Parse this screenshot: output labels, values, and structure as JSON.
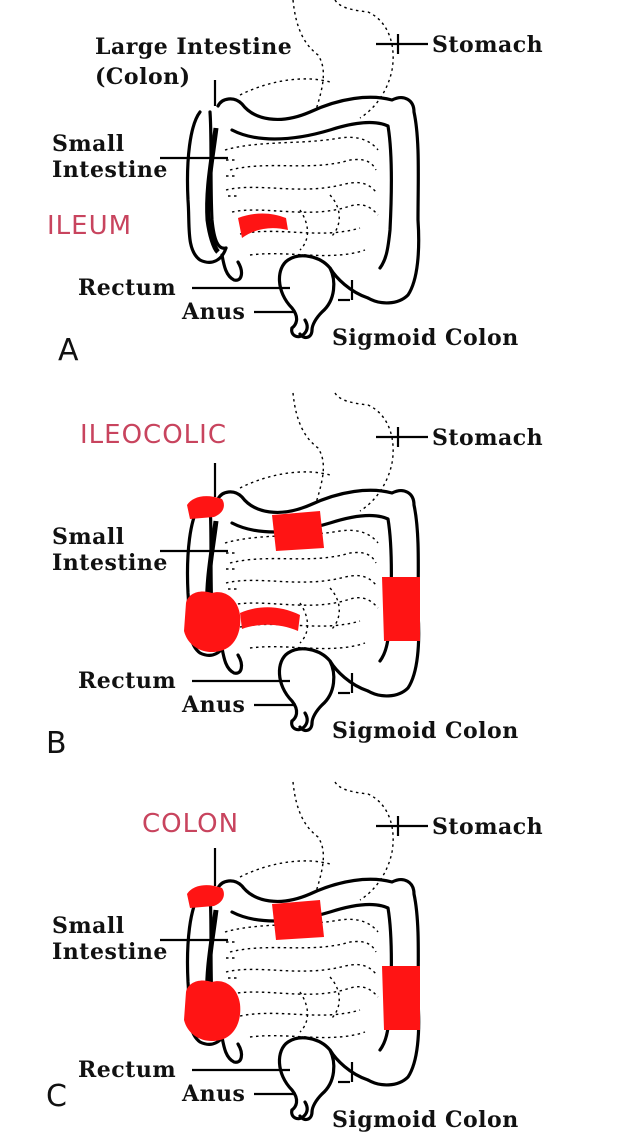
{
  "colors": {
    "highlight": "#ff1414",
    "region_text": "#c8445e",
    "ink": "#111111"
  },
  "panels": [
    {
      "letter": "A",
      "region": "ILEUM",
      "labels": {
        "large_intestine_line1": "Large Intestine",
        "large_intestine_line2": "(Colon)",
        "stomach": "Stomach",
        "small_intestine_line1": "Small",
        "small_intestine_line2": "Intestine",
        "rectum": "Rectum",
        "anus": "Anus",
        "sigmoid_colon": "Sigmoid Colon"
      },
      "highlights": [
        "ileum"
      ]
    },
    {
      "letter": "B",
      "region": "ILEOCOLIC",
      "labels": {
        "stomach": "Stomach",
        "small_intestine_line1": "Small",
        "small_intestine_line2": "Intestine",
        "rectum": "Rectum",
        "anus": "Anus",
        "sigmoid_colon": "Sigmoid Colon"
      },
      "highlights": [
        "cecum-top",
        "cecum",
        "transverse",
        "descending",
        "ileum"
      ]
    },
    {
      "letter": "C",
      "region": "COLON",
      "labels": {
        "stomach": "Stomach",
        "small_intestine_line1": "Small",
        "small_intestine_line2": "Intestine",
        "rectum": "Rectum",
        "anus": "Anus",
        "sigmoid_colon": "Sigmoid Colon"
      },
      "highlights": [
        "cecum-top",
        "cecum",
        "transverse",
        "descending"
      ]
    }
  ]
}
